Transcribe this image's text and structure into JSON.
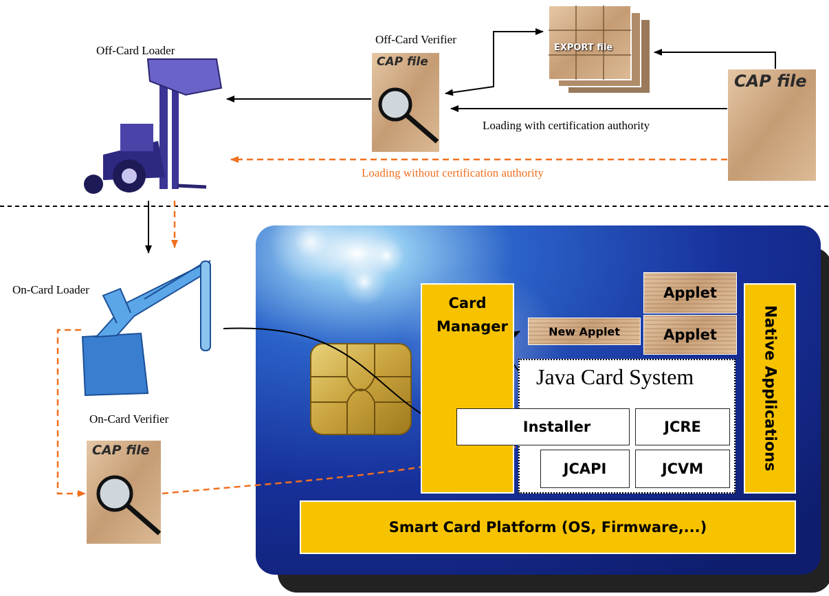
{
  "labels": {
    "off_card_loader": "Off-Card Loader",
    "off_card_verifier": "Off-Card Verifier",
    "on_card_loader": "On-Card Loader",
    "on_card_verifier": "On-Card Verifier",
    "loading_with_ca": "Loading with certification authority",
    "loading_without_ca": "Loading without certification authority"
  },
  "files": {
    "cap_file": "CAP file",
    "export_file": "EXPORT file"
  },
  "card": {
    "card_manager": "Card Manager",
    "new_applet": "New Applet",
    "applet_1": "Applet",
    "applet_2": "Applet",
    "native_applications": "Native Applications",
    "java_card_system": "Java Card System",
    "installer": "Installer",
    "jcre": "JCRE",
    "jcapi": "JCAPI",
    "jcvm": "JCVM",
    "platform": "Smart Card Platform (OS, Firmware,...)"
  },
  "colors": {
    "orange_path": "#f07020",
    "yellow": "#f7c300",
    "card_blue": "#1a2f8c"
  },
  "icons": [
    "forklift-icon",
    "crane-icon",
    "magnifier-icon",
    "chip-icon",
    "puzzle-stack-icon"
  ]
}
